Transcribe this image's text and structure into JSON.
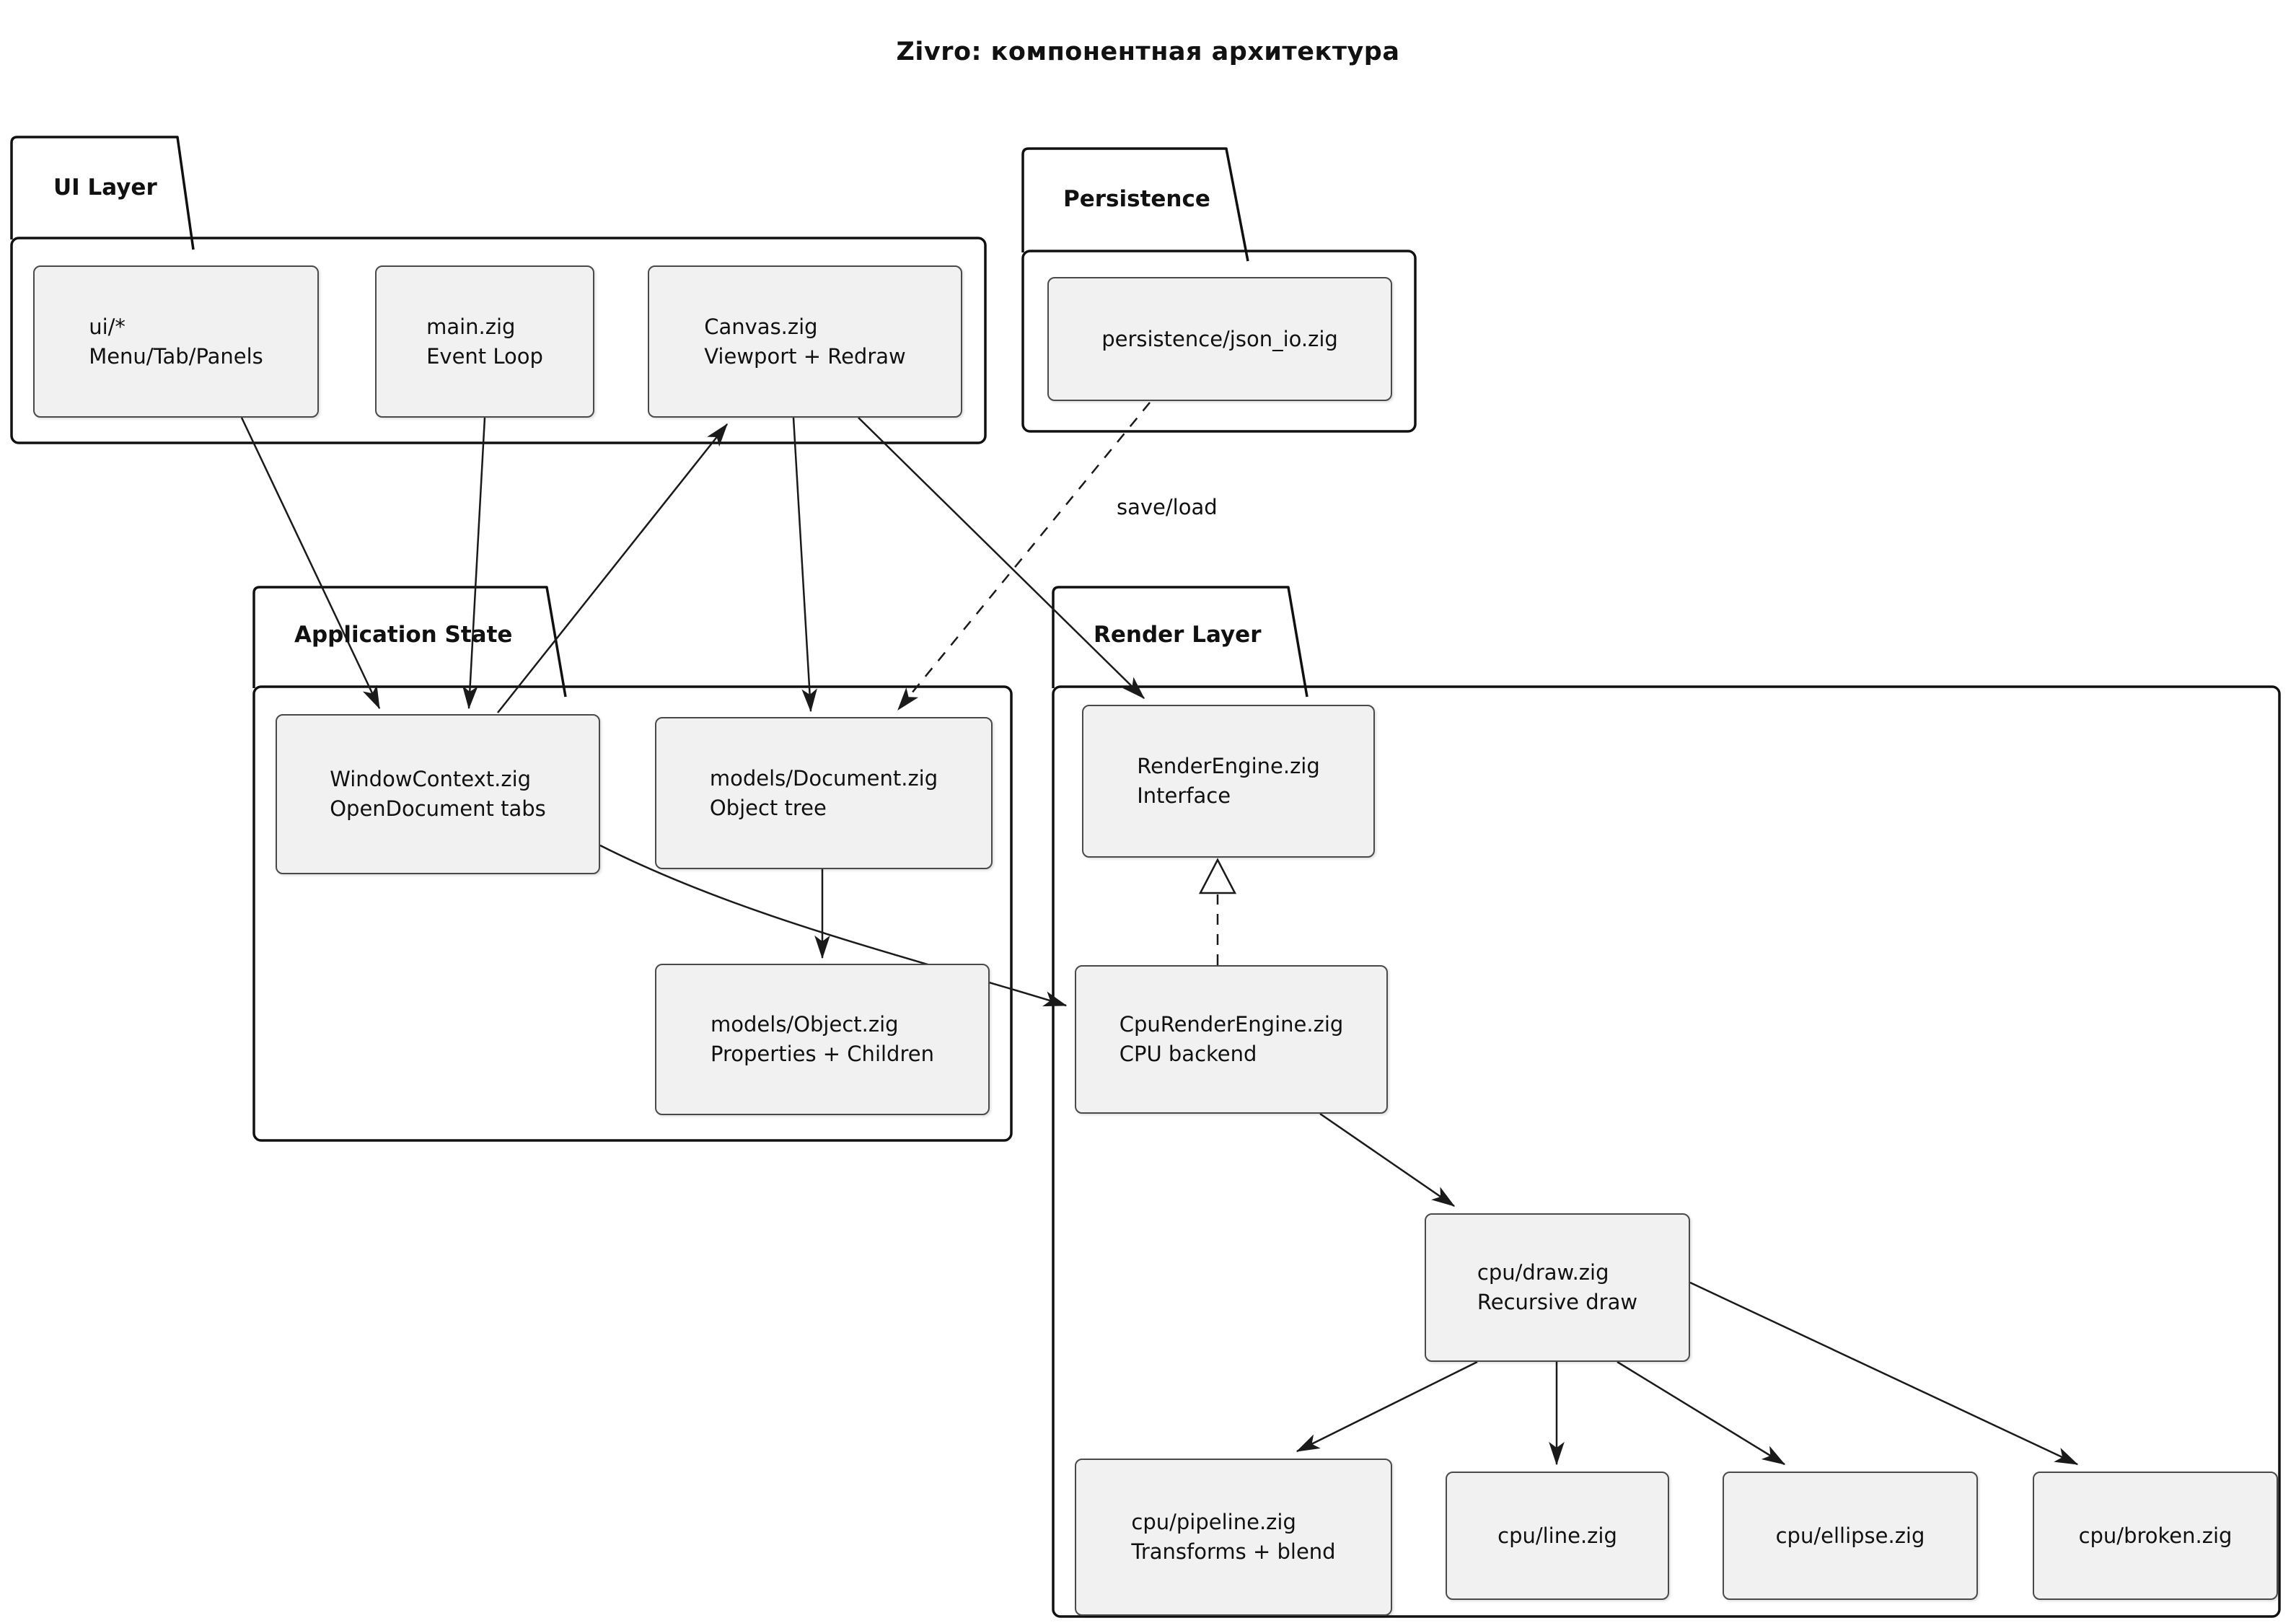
{
  "title": "Zivro: компонентная архитектура",
  "packages": {
    "ui_layer": {
      "label": "UI Layer"
    },
    "persistence": {
      "label": "Persistence"
    },
    "application_state": {
      "label": "Application State"
    },
    "render_layer": {
      "label": "Render Layer"
    }
  },
  "nodes": {
    "ui_star": {
      "line1": "ui/*",
      "line2": "Menu/Tab/Panels"
    },
    "main_zig": {
      "line1": "main.zig",
      "line2": "Event Loop"
    },
    "canvas_zig": {
      "line1": "Canvas.zig",
      "line2": "Viewport + Redraw"
    },
    "json_io": {
      "line1": "persistence/json_io.zig",
      "line2": ""
    },
    "window_context": {
      "line1": "WindowContext.zig",
      "line2": "OpenDocument tabs"
    },
    "document": {
      "line1": "models/Document.zig",
      "line2": "Object tree"
    },
    "object": {
      "line1": "models/Object.zig",
      "line2": "Properties + Children"
    },
    "render_engine": {
      "line1": "RenderEngine.zig",
      "line2": "Interface"
    },
    "cpu_render_engine": {
      "line1": "CpuRenderEngine.zig",
      "line2": "CPU backend"
    },
    "cpu_draw": {
      "line1": "cpu/draw.zig",
      "line2": "Recursive draw"
    },
    "cpu_pipeline": {
      "line1": "cpu/pipeline.zig",
      "line2": "Transforms + blend"
    },
    "cpu_line": {
      "line1": "cpu/line.zig",
      "line2": ""
    },
    "cpu_ellipse": {
      "line1": "cpu/ellipse.zig",
      "line2": ""
    },
    "cpu_broken": {
      "line1": "cpu/broken.zig",
      "line2": ""
    }
  },
  "edge_labels": {
    "save_load": "save/load"
  },
  "edges": [
    {
      "from": "ui_star",
      "to": "window_context",
      "style": "solid"
    },
    {
      "from": "main_zig",
      "to": "window_context",
      "style": "solid"
    },
    {
      "from": "window_context",
      "to": "canvas_zig",
      "style": "solid"
    },
    {
      "from": "canvas_zig",
      "to": "document",
      "style": "solid"
    },
    {
      "from": "canvas_zig",
      "to": "render_engine",
      "style": "solid"
    },
    {
      "from": "json_io",
      "to": "document",
      "style": "dashed",
      "label": "save/load"
    },
    {
      "from": "document",
      "to": "object",
      "style": "solid"
    },
    {
      "from": "window_context",
      "to": "cpu_render_engine",
      "style": "solid"
    },
    {
      "from": "cpu_render_engine",
      "to": "render_engine",
      "style": "dashed-realization"
    },
    {
      "from": "cpu_render_engine",
      "to": "cpu_draw",
      "style": "solid"
    },
    {
      "from": "cpu_draw",
      "to": "cpu_pipeline",
      "style": "solid"
    },
    {
      "from": "cpu_draw",
      "to": "cpu_line",
      "style": "solid"
    },
    {
      "from": "cpu_draw",
      "to": "cpu_ellipse",
      "style": "solid"
    },
    {
      "from": "cpu_draw",
      "to": "cpu_broken",
      "style": "solid"
    }
  ],
  "colors": {
    "background": "#ffffff",
    "node_fill": "#f1f1f1",
    "node_border": "#4a4a4a",
    "package_border": "#101010",
    "edge": "#1a1a1a",
    "text": "#111111"
  }
}
